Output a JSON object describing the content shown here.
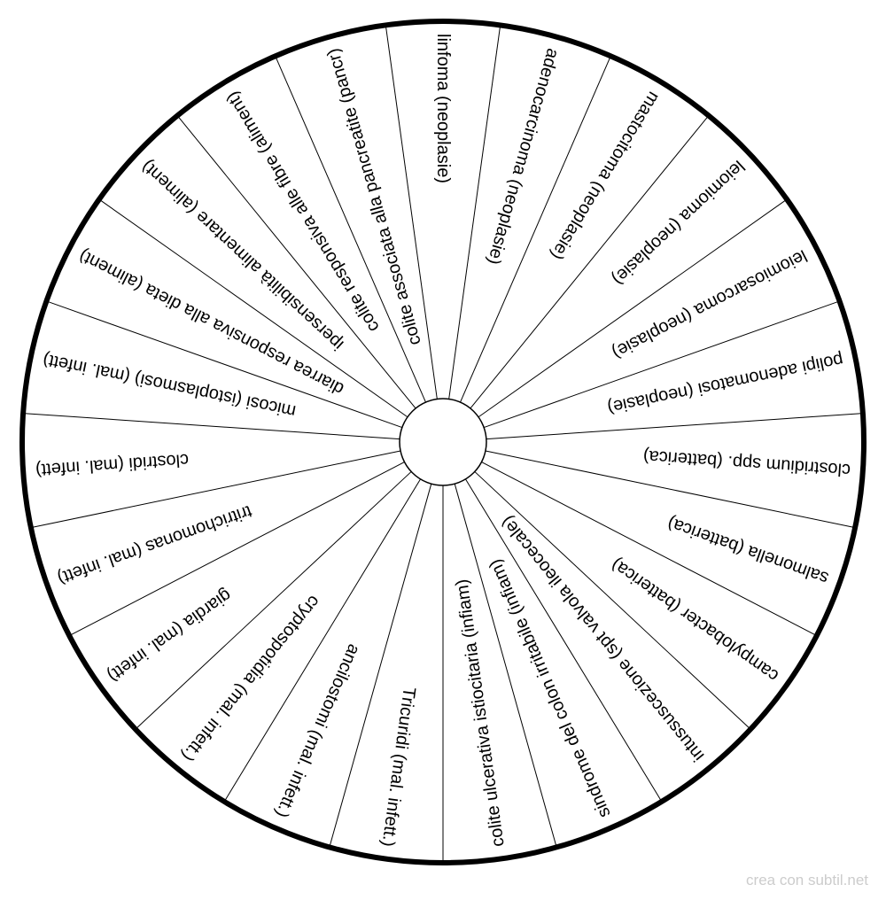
{
  "wheel": {
    "segments": [
      "linfoma (neoplasie)",
      "adenocarcinoma (neoplasie)",
      "mastocitoma (neoplasie)",
      "leiomioma (neoplasie)",
      "leiomiosarcoma (neoplasie)",
      "polipi adenomatosi (neoplasie)",
      "clostridium spp. (batterica)",
      "salmonella (batterica)",
      "campylobacter (batterica)",
      "intussuscezione (spt valvola ileocecale)",
      "sindrome del colon irritabile (infiam)",
      "colite ulcerativa istiocitaria (infiam)",
      "Tricuridi (mal. infett.)",
      "ancilostomi (mal. infett.)",
      "cryptospotidia (mal. infett.)",
      "giardia (mal. infett)",
      "tritrichomonas (mal. infett)",
      "clostridi (mal. infett)",
      "micosi (istoplasmosi) (mal. infett)",
      "diarrea responsiva alla dieta (aliment)",
      "ipersensibilità alimentare (aliment)",
      "colite responsiva alle fibre (aliment)",
      "colite associata alla pancreatite (pancr)"
    ],
    "colors": {
      "outline": "#000000",
      "fill": "#ffffff",
      "text": "#000000"
    }
  },
  "footer": {
    "text": "crea con subtil.net"
  }
}
